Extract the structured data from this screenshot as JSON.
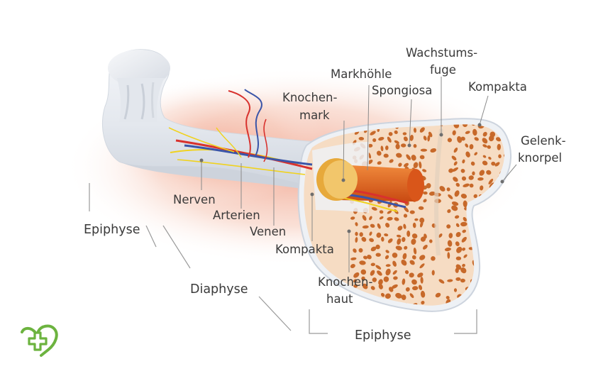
{
  "labels": {
    "wachstumsfuge_1": "Wachstums-",
    "wachstumsfuge_2": "fuge",
    "markhoehle": "Markhöhle",
    "spongiosa": "Spongiosa",
    "kompakta_top": "Kompakta",
    "knochenmark_1": "Knochen-",
    "knochenmark_2": "mark",
    "gelenkknorpel_1": "Gelenk-",
    "gelenkknorpel_2": "knorpel",
    "nerven": "Nerven",
    "arterien": "Arterien",
    "venen": "Venen",
    "kompakta_bottom": "Kompakta",
    "knochenhaut_1": "Knochen-",
    "knochenhaut_2": "haut",
    "epiphyse_left": "Epiphyse",
    "diaphyse": "Diaphyse",
    "epiphyse_bottom": "Epiphyse"
  },
  "colors": {
    "bone": "#e9ecf1",
    "bone_shadow": "#c9cfd8",
    "glow": "#f3b7a3",
    "spongiosa_fill": "#f6dcc3",
    "spongiosa_holes": "#c7692a",
    "marrow": "#f2c66b",
    "medulla": "#e0601c",
    "nerve": "#f0d21e",
    "artery": "#d8322e",
    "vein": "#3a55a8",
    "logo": "#6cb33f"
  },
  "icons": {
    "logo": "heart-cross-icon"
  }
}
